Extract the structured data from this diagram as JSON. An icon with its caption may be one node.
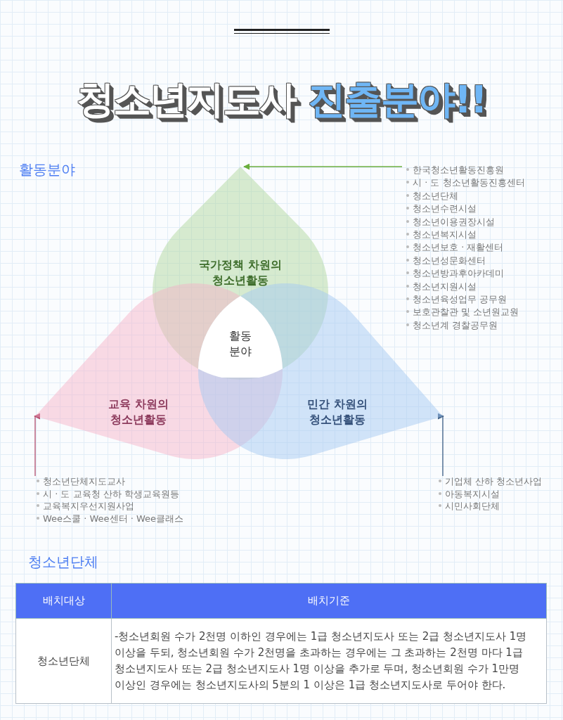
{
  "diagram": {
    "title": "청소년지도사 진출분야!!",
    "nodes": [
      {
        "text": [
          "국가정책 차원의 청소년활동"
        ]
      },
      {
        "text": [
          "교육 차원의 청소년활동"
        ]
      },
      {
        "text": [
          "민간 차원의 청소년활동"
        ]
      },
      {
        "text": [
          "활동 분야"
        ]
      },
      {
        "text": [
          "한국청소년활동진흥원",
          "시 · 도 청소년활동진흥센터",
          "청소년단체",
          "청소년수련시설",
          "청소년이용권장시설",
          "청소년복지시설",
          "청소년보호 · 재활센터",
          "청소년성문화센터",
          "청소년방과후아카데미",
          "청소년지원시설",
          "청소년육성업무 공무원",
          "보호관찰관 및 소년원교원",
          "청소년계 경찰공무원"
        ]
      },
      {
        "text": [
          "청소년단체지도교사",
          "시 · 도 교육청 산하 학생교육원등",
          "교육복지우선지원사업",
          "Wee스쿨 · Wee센터 · Wee클래스"
        ]
      },
      {
        "text": [
          "기업체 산하 청소년사업",
          "아동복지시설",
          "시민사회단체"
        ]
      }
    ],
    "edges": [
      {
        "from": 4,
        "to": 0,
        "arrow": "to",
        "color": "#6aae3c"
      },
      {
        "from": 5,
        "to": 1,
        "arrow": "to",
        "color": "#b34d6e"
      },
      {
        "from": 6,
        "to": 2,
        "arrow": "to",
        "color": "#3f5f86"
      }
    ],
    "labels": [
      "활동분야",
      "청소년단체",
      "배치대상",
      "배치기준",
      "청소년단체",
      "-청소년회원 수가 2천명 이하인 경우에는 1급 청소년지도사 또는 2급 청소년지도사 1명 이상을 두되, 청소년회원 수가 2천명을 초과하는 경우에는 그 초과하는 2천명 마다 1급 청소년지도사 또는 2급 청소년지도사 1명 이상을 추가로 두며, 청소년회원 수가 1만명 이상인 경우에는 청소년지도사의 5분의 1 이상은 1급 청소년지도사로 두어야 한다."
    ]
  }
}
